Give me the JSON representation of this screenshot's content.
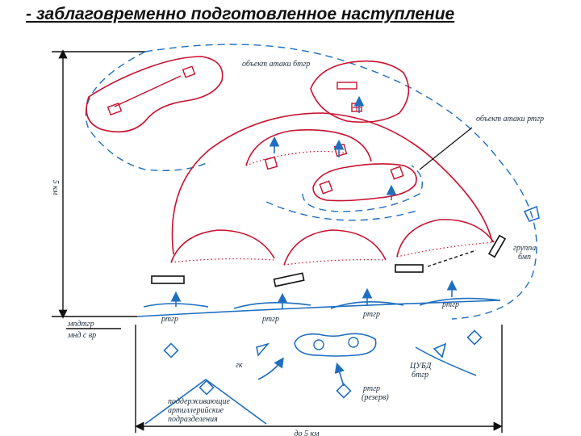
{
  "title": "- заблаговременно подготовленное наступление",
  "labels": {
    "obj_bt": "объект атаки бтгр",
    "obj_rt": "объект атаки ртгр",
    "depth": "5 км",
    "width": "до 5 км",
    "line_left_1": "мпдтгр",
    "line_left_2": "мнд с вр",
    "rtgr_1": "ртгр",
    "rtgr_2": "ртгр",
    "rtgr_3": "ртгр",
    "rtgr_4": "ртгр",
    "bmp_group_1": "группа",
    "bmp_group_2": "бмп",
    "gk": "гк",
    "tsubd_1": "ЦУБД",
    "tsubd_2": "бтгр",
    "reserve_1": "ртгр",
    "reserve_2": "(резерв)",
    "artillery_1": "поддерживающие",
    "artillery_2": "артиллерийские",
    "artillery_3": "подразделения"
  },
  "colors": {
    "enemy": "#c8102e",
    "friendly": "#1f6fbf",
    "text": "#1a2a3a"
  }
}
